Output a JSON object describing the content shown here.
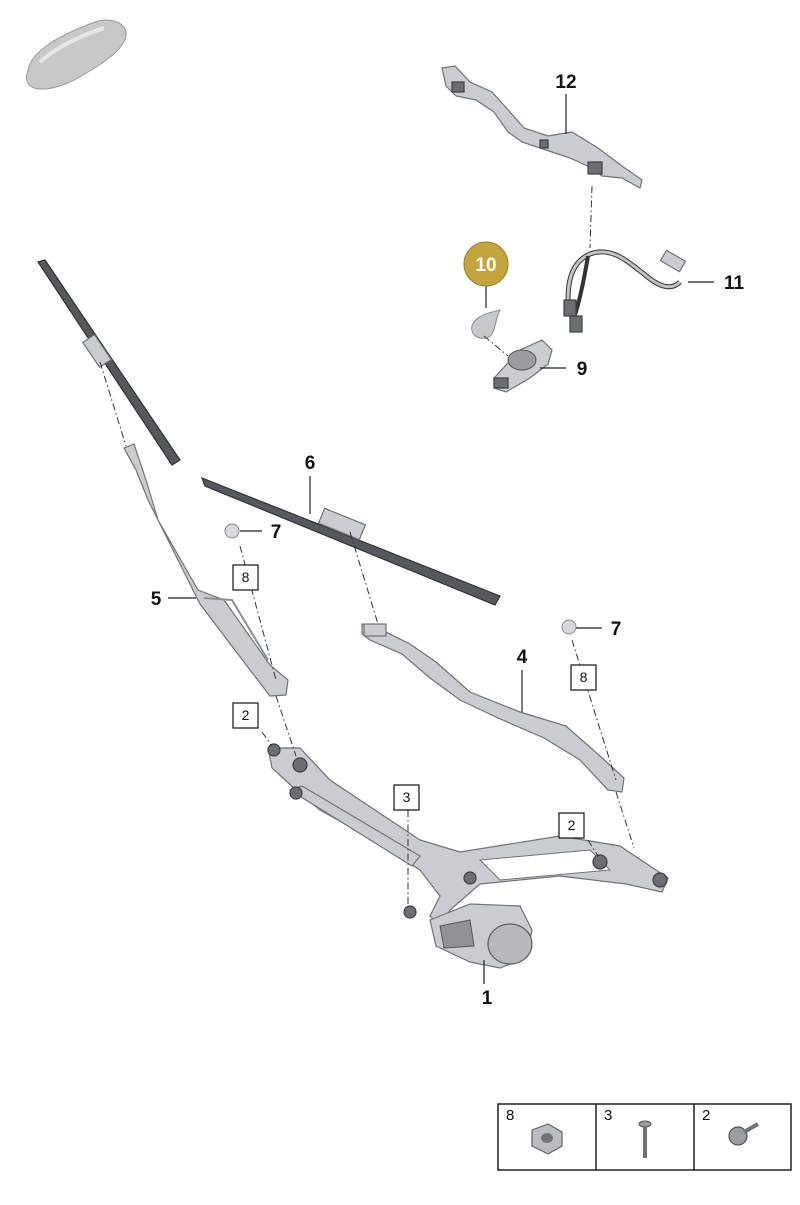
{
  "callouts": {
    "c1": "1",
    "c2a": "2",
    "c2b": "2",
    "c3": "3",
    "c4": "4",
    "c5": "5",
    "c6": "6",
    "c7a": "7",
    "c7b": "7",
    "c8a": "8",
    "c8b": "8",
    "c9": "9",
    "c10": "10",
    "c11": "11",
    "c12": "12"
  },
  "legend": [
    {
      "label": "8",
      "icon": "nut-icon"
    },
    {
      "label": "3",
      "icon": "bolt-icon"
    },
    {
      "label": "2",
      "icon": "screw-icon"
    }
  ],
  "colors": {
    "highlight_badge": "#c4a43d",
    "part_fill": "#c9ccd0",
    "blade_fill": "#55595e"
  }
}
